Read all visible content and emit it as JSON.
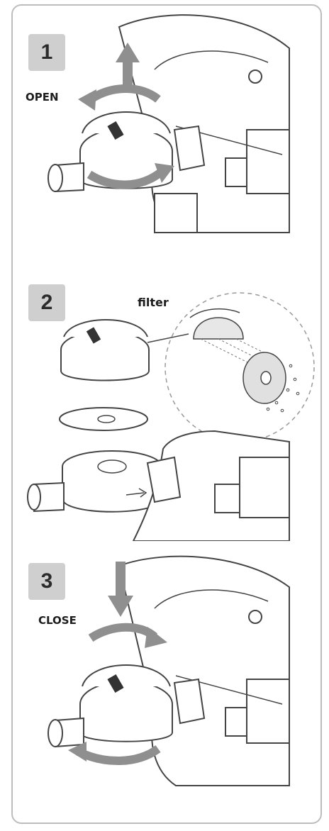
{
  "steps": [
    {
      "number": "1",
      "label": "OPEN"
    },
    {
      "number": "2",
      "label": "filter"
    },
    {
      "number": "3",
      "label": "CLOSE"
    }
  ],
  "colors": {
    "border": "#bdbdbd",
    "badge": "#cfcfcf",
    "arrow": "#8f8f8f",
    "line": "#444444"
  }
}
